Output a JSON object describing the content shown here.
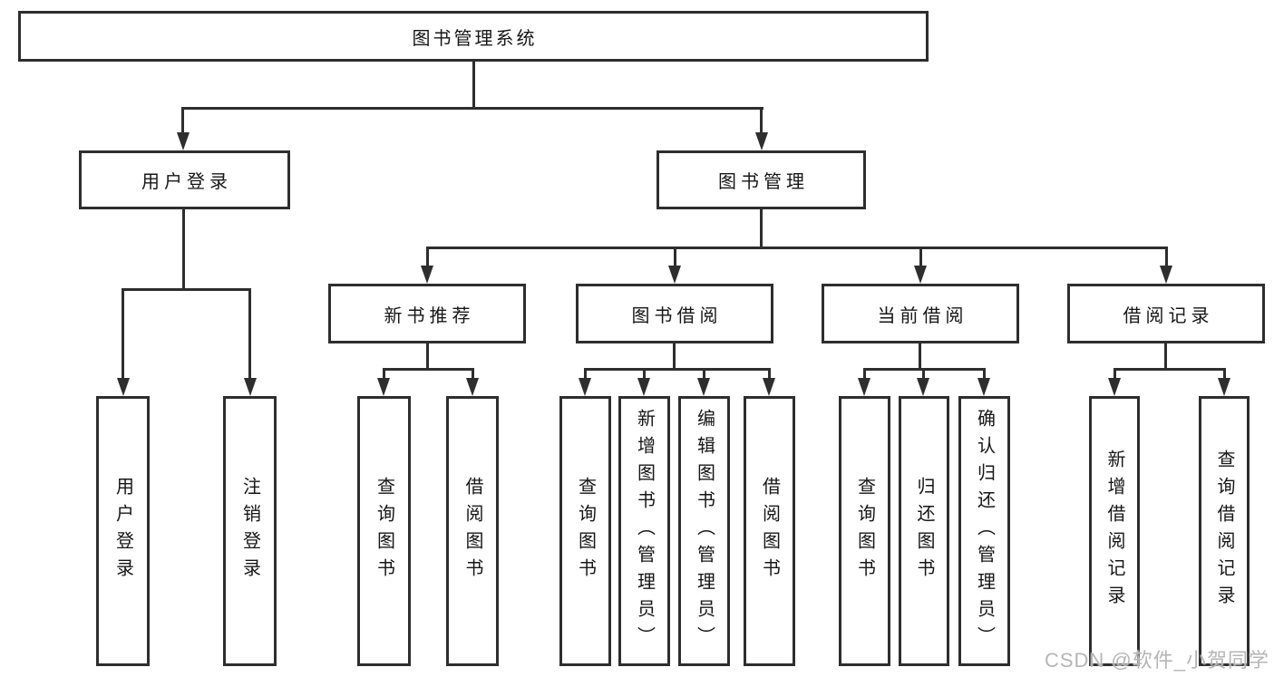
{
  "diagram_type": "hierarchy-tree",
  "watermark": "CSDN @软件_小贺同学",
  "colors": {
    "line": "#2e2e2e",
    "box_border": "#2e2e2e",
    "text": "#161616",
    "watermark": "#b6b6b6",
    "background": "#ffffff"
  },
  "tree": {
    "label": "图书管理系统",
    "children": [
      {
        "label": "用户登录",
        "children": [
          {
            "label": "用户登录"
          },
          {
            "label": "注销登录"
          }
        ]
      },
      {
        "label": "图书管理",
        "children": [
          {
            "label": "新书推荐",
            "children": [
              {
                "label": "查询图书"
              },
              {
                "label": "借阅图书"
              }
            ]
          },
          {
            "label": "图书借阅",
            "children": [
              {
                "label": "查询图书"
              },
              {
                "label": "新增图书（管理员）"
              },
              {
                "label": "编辑图书（管理员）"
              },
              {
                "label": "借阅图书"
              }
            ]
          },
          {
            "label": "当前借阅",
            "children": [
              {
                "label": "查询图书"
              },
              {
                "label": "归还图书"
              },
              {
                "label": "确认归还（管理员）"
              }
            ]
          },
          {
            "label": "借阅记录",
            "children": [
              {
                "label": "新增借阅记录"
              },
              {
                "label": "查询借阅记录"
              }
            ]
          }
        ]
      }
    ]
  }
}
